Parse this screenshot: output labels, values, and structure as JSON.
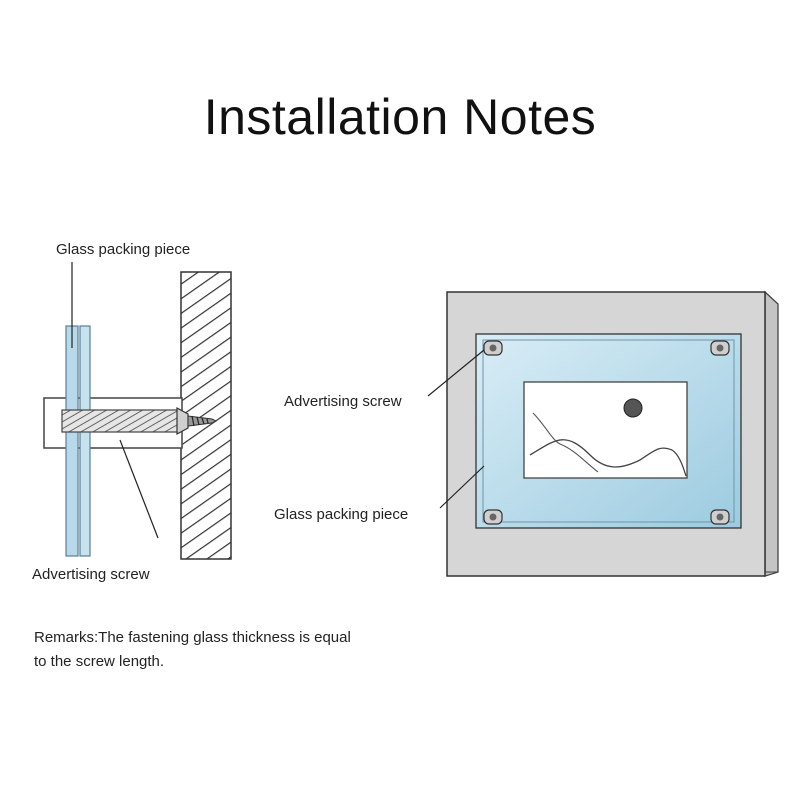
{
  "title": "Installation Notes",
  "left_figure": {
    "label_top": "Glass packing piece",
    "label_bottom": "Advertising screw"
  },
  "right_figure": {
    "label_screw": "Advertising screw",
    "label_packing": "Glass packing piece"
  },
  "remarks": {
    "line1": "Remarks:The fastening glass thickness is equal",
    "line2": "to the screw length."
  },
  "colors": {
    "glass": "#b7d9ea",
    "glass_edge": "#5a7f93",
    "wall_frame": "#d6d6d6",
    "outline": "#333333"
  }
}
